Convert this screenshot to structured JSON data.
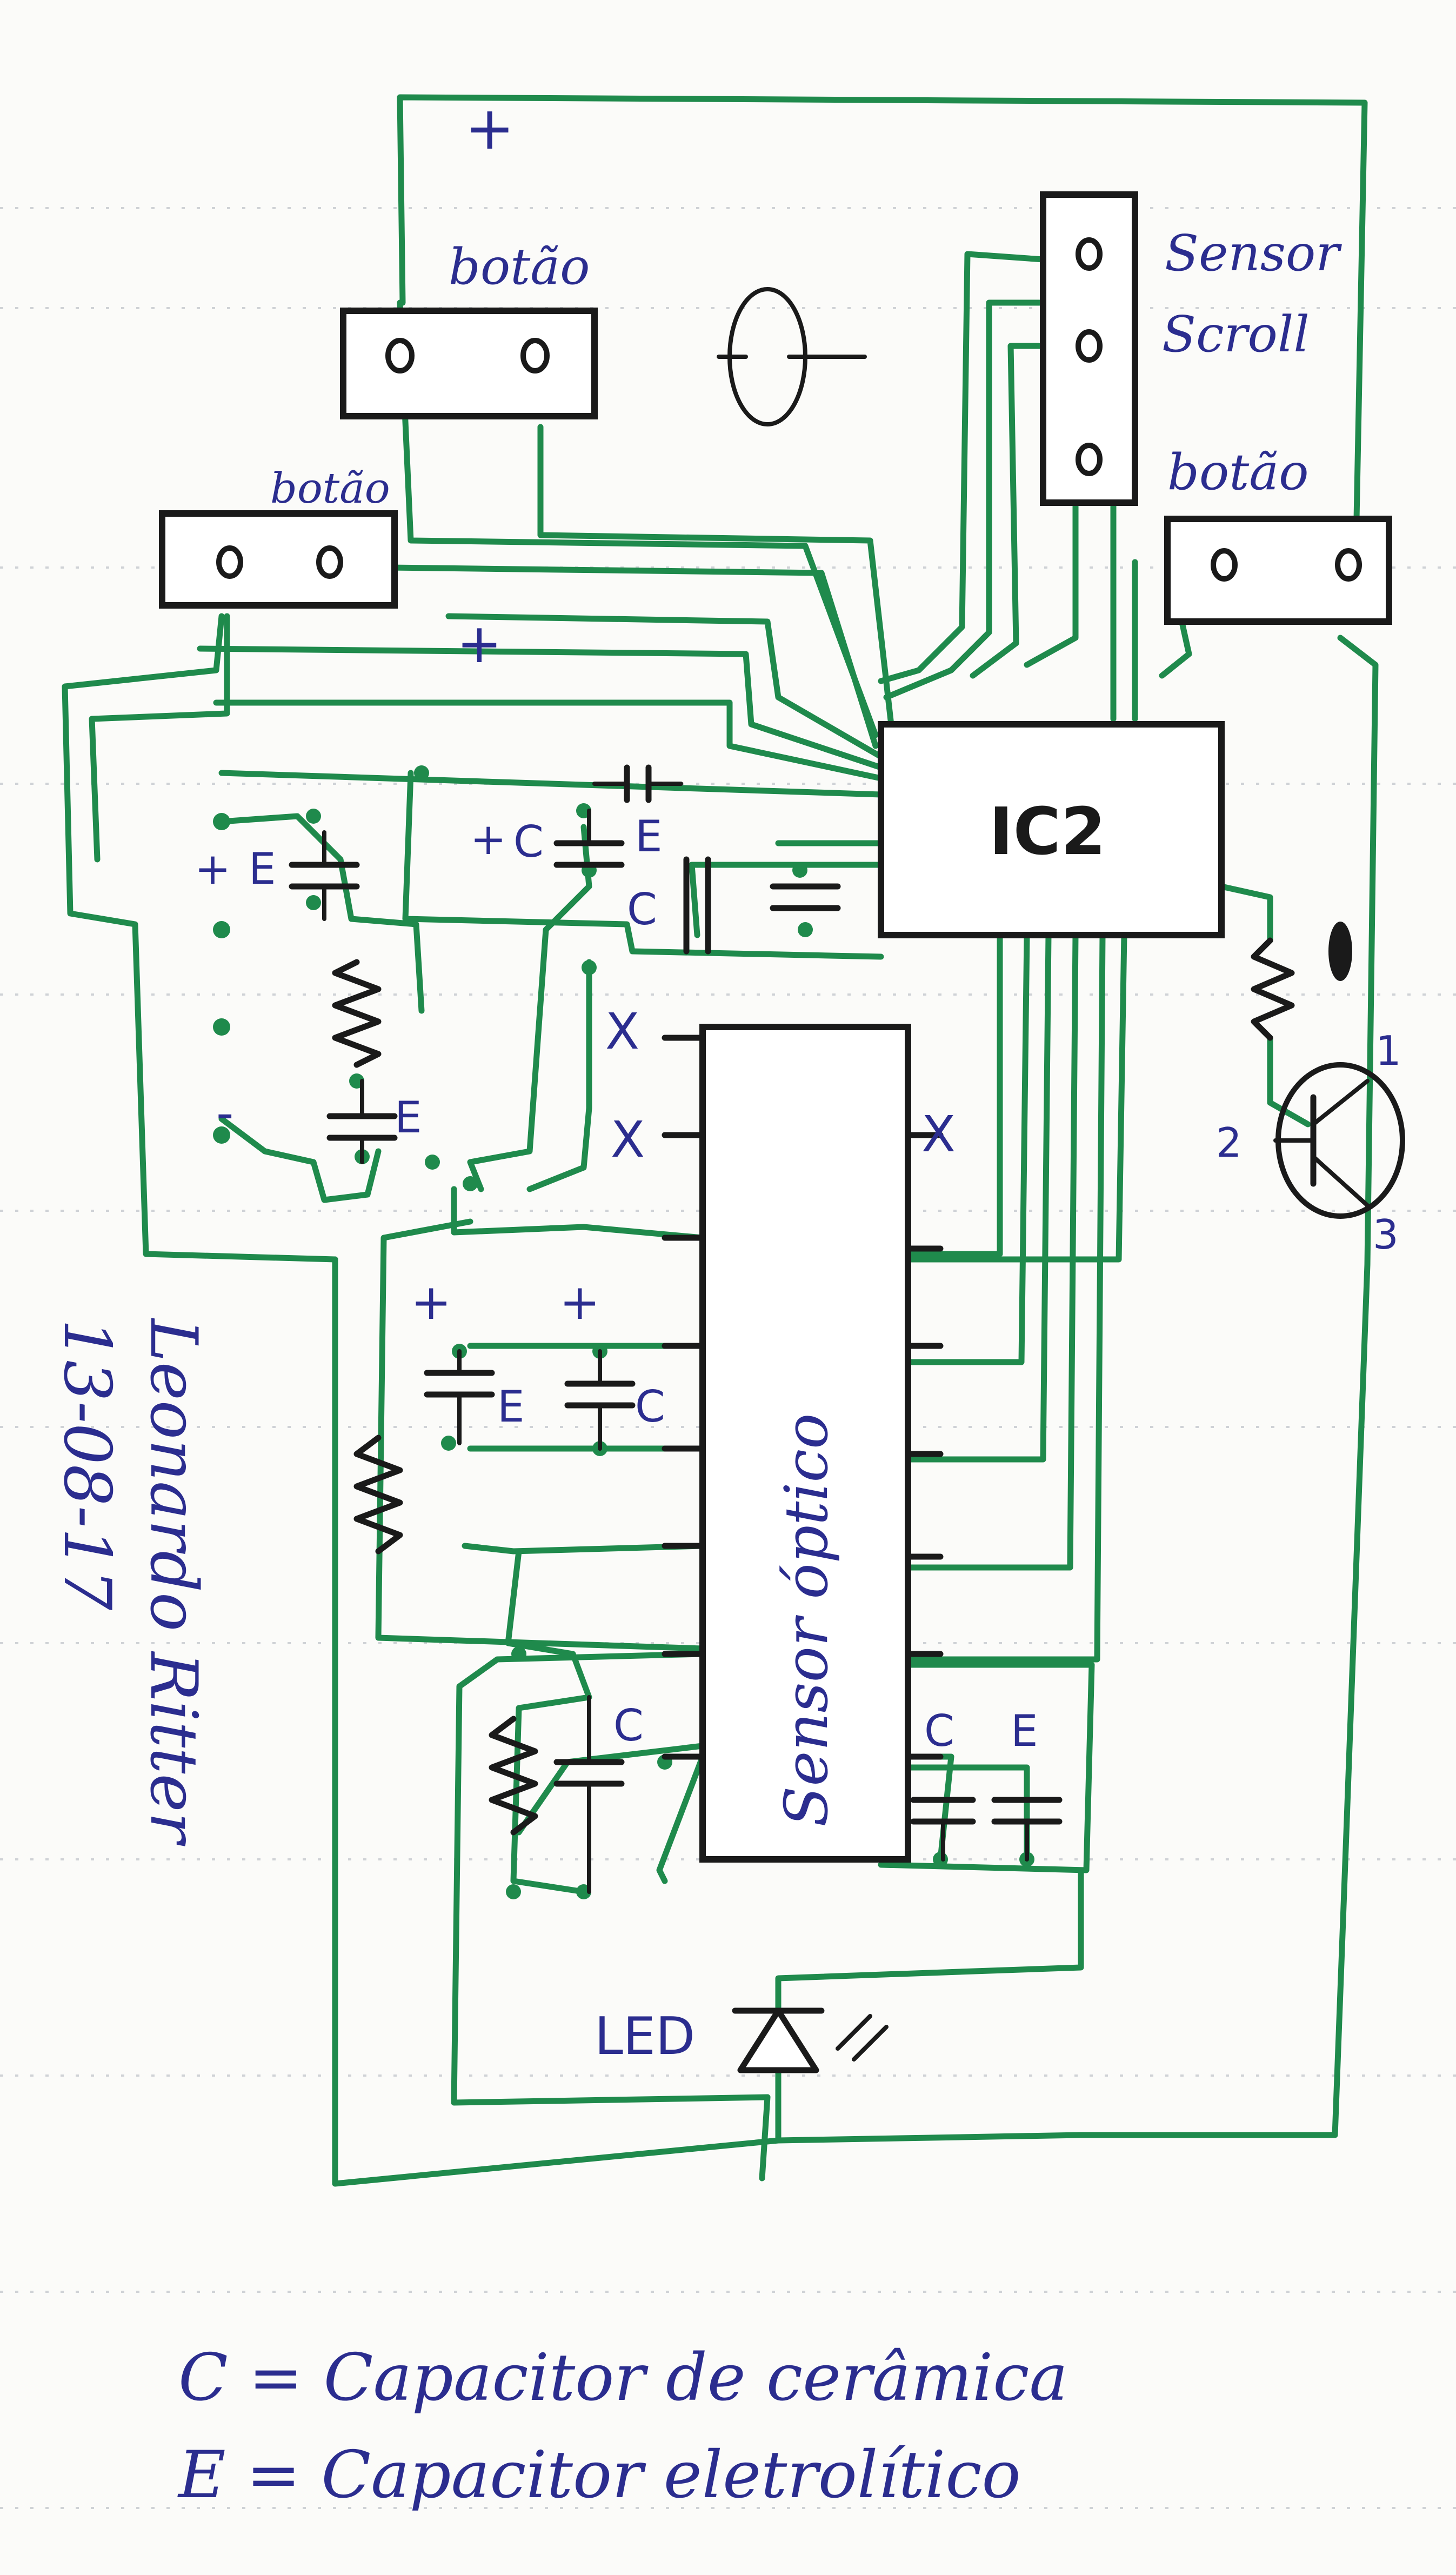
{
  "labels": {
    "plus_sign": "+",
    "minus_sign": "-",
    "button": "botão",
    "scroll_sensor_line1": "Sensor",
    "scroll_sensor_line2": "Scroll",
    "ic2": "IC2",
    "optical_sensor": "Sensor óptico",
    "led": "LED",
    "ceramic_short": "C",
    "electrolytic_short": "E",
    "not_connected": "X",
    "transistor_pin1": "1",
    "transistor_pin2": "2",
    "transistor_pin3": "3"
  },
  "signature": {
    "name": "Leonardo Ritter",
    "date": "13-08-17"
  },
  "legend": {
    "ceramic": "C = Capacitor de cerâmica",
    "electrolytic": "E = Capacitor eletrolítico"
  },
  "colors": {
    "trace": "#1f8a4c",
    "ink": "#1a1a1a",
    "pen": "#2b2d8f",
    "paper": "#fbfbf9"
  }
}
